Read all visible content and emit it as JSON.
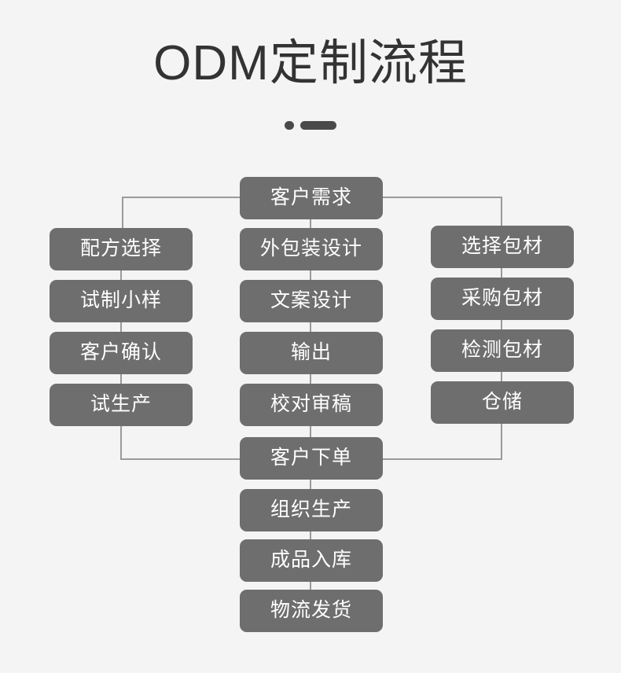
{
  "header": {
    "title": "ODM定制流程",
    "divider": {
      "dot": "●",
      "dash": "—"
    }
  },
  "theme": {
    "background": "#f4f4f4",
    "node_fill": "#6e6e6e",
    "node_text": "#ffffff",
    "title_color": "#333333",
    "line_color": "#9a9a9a",
    "divider_color": "#4a4a4a"
  },
  "chart_data": {
    "type": "diagram",
    "title": "ODM定制流程",
    "layout": "three-column flowchart with a shared start node and a shared merge node",
    "nodes": [
      {
        "id": "start",
        "label": "客户需求",
        "column": "center"
      },
      {
        "id": "l1",
        "label": "配方选择",
        "column": "left"
      },
      {
        "id": "l2",
        "label": "试制小样",
        "column": "left"
      },
      {
        "id": "l3",
        "label": "客户确认",
        "column": "left"
      },
      {
        "id": "l4",
        "label": "试生产",
        "column": "left"
      },
      {
        "id": "m1",
        "label": "外包装设计",
        "column": "center"
      },
      {
        "id": "m2",
        "label": "文案设计",
        "column": "center"
      },
      {
        "id": "m3",
        "label": "输出",
        "column": "center"
      },
      {
        "id": "m4",
        "label": "校对审稿",
        "column": "center"
      },
      {
        "id": "r1",
        "label": "选择包材",
        "column": "right"
      },
      {
        "id": "r2",
        "label": "采购包材",
        "column": "right"
      },
      {
        "id": "r3",
        "label": "检测包材",
        "column": "right"
      },
      {
        "id": "r4",
        "label": "仓储",
        "column": "right"
      },
      {
        "id": "merge",
        "label": "客户下单",
        "column": "center"
      },
      {
        "id": "e1",
        "label": "组织生产",
        "column": "center"
      },
      {
        "id": "e2",
        "label": "成品入库",
        "column": "center"
      },
      {
        "id": "e3",
        "label": "物流发货",
        "column": "center"
      }
    ],
    "edges": [
      {
        "from": "start",
        "to": "l1",
        "style": "elbow-left"
      },
      {
        "from": "start",
        "to": "m1",
        "style": "straight"
      },
      {
        "from": "start",
        "to": "r1",
        "style": "elbow-right"
      },
      {
        "from": "l1",
        "to": "l2",
        "style": "straight"
      },
      {
        "from": "l2",
        "to": "l3",
        "style": "straight"
      },
      {
        "from": "l3",
        "to": "l4",
        "style": "straight"
      },
      {
        "from": "l4",
        "to": "merge",
        "style": "elbow-right"
      },
      {
        "from": "m1",
        "to": "m2",
        "style": "straight"
      },
      {
        "from": "m2",
        "to": "m3",
        "style": "straight"
      },
      {
        "from": "m3",
        "to": "m4",
        "style": "straight"
      },
      {
        "from": "m4",
        "to": "merge",
        "style": "straight"
      },
      {
        "from": "r1",
        "to": "r2",
        "style": "straight"
      },
      {
        "from": "r2",
        "to": "r3",
        "style": "straight"
      },
      {
        "from": "r3",
        "to": "r4",
        "style": "straight"
      },
      {
        "from": "r4",
        "to": "merge",
        "style": "elbow-left"
      },
      {
        "from": "merge",
        "to": "e1",
        "style": "straight"
      },
      {
        "from": "e1",
        "to": "e2",
        "style": "straight"
      },
      {
        "from": "e2",
        "to": "e3",
        "style": "straight"
      }
    ]
  }
}
